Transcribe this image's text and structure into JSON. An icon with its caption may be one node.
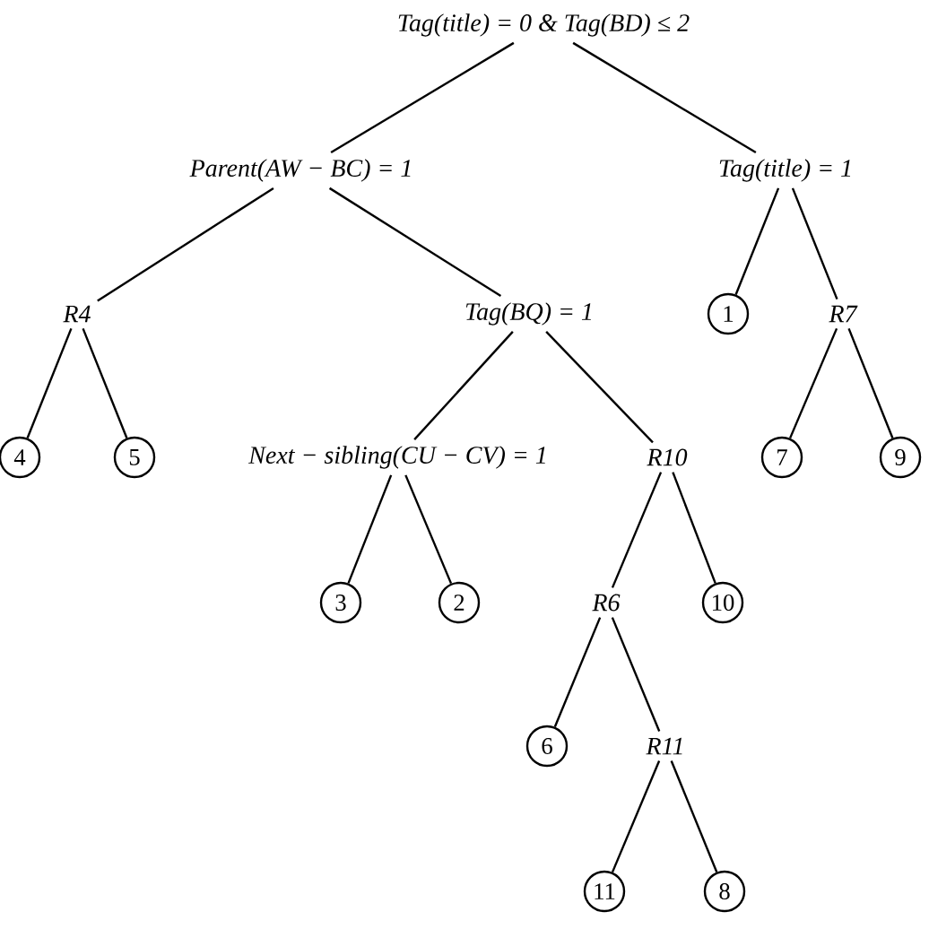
{
  "diagram": {
    "nodes": [
      {
        "text": [
          "Tag(title) = 0 & Tag(BD) ≤ 2"
        ]
      },
      {
        "text": [
          "Parent(AW − BC) = 1"
        ]
      },
      {
        "text": [
          "Tag(title) = 1"
        ]
      },
      {
        "text": [
          "R4"
        ]
      },
      {
        "text": [
          "Tag(BQ) = 1"
        ]
      },
      {
        "text": [
          "1"
        ]
      },
      {
        "text": [
          "R7"
        ]
      },
      {
        "text": [
          "4"
        ]
      },
      {
        "text": [
          "5"
        ]
      },
      {
        "text": [
          "Next − sibling(CU − CV) = 1"
        ]
      },
      {
        "text": [
          "R10"
        ]
      },
      {
        "text": [
          "7"
        ]
      },
      {
        "text": [
          "9"
        ]
      },
      {
        "text": [
          "3"
        ]
      },
      {
        "text": [
          "2"
        ]
      },
      {
        "text": [
          "R6"
        ]
      },
      {
        "text": [
          "10"
        ]
      },
      {
        "text": [
          "6"
        ]
      },
      {
        "text": [
          "R11"
        ]
      },
      {
        "text": [
          "11"
        ]
      },
      {
        "text": [
          "8"
        ]
      }
    ],
    "edges": [
      {
        "from": 0,
        "to": 1,
        "arrow": "none"
      },
      {
        "from": 0,
        "to": 2,
        "arrow": "none"
      },
      {
        "from": 1,
        "to": 3,
        "arrow": "none"
      },
      {
        "from": 1,
        "to": 4,
        "arrow": "none"
      },
      {
        "from": 2,
        "to": 5,
        "arrow": "none"
      },
      {
        "from": 2,
        "to": 6,
        "arrow": "none"
      },
      {
        "from": 3,
        "to": 7,
        "arrow": "none"
      },
      {
        "from": 3,
        "to": 8,
        "arrow": "none"
      },
      {
        "from": 4,
        "to": 9,
        "arrow": "none"
      },
      {
        "from": 4,
        "to": 10,
        "arrow": "none"
      },
      {
        "from": 6,
        "to": 11,
        "arrow": "none"
      },
      {
        "from": 6,
        "to": 12,
        "arrow": "none"
      },
      {
        "from": 9,
        "to": 13,
        "arrow": "none"
      },
      {
        "from": 9,
        "to": 14,
        "arrow": "none"
      },
      {
        "from": 10,
        "to": 15,
        "arrow": "none"
      },
      {
        "from": 10,
        "to": 16,
        "arrow": "none"
      },
      {
        "from": 15,
        "to": 17,
        "arrow": "none"
      },
      {
        "from": 15,
        "to": 18,
        "arrow": "none"
      },
      {
        "from": 18,
        "to": 19,
        "arrow": "none"
      },
      {
        "from": 18,
        "to": 20,
        "arrow": "none"
      }
    ]
  }
}
